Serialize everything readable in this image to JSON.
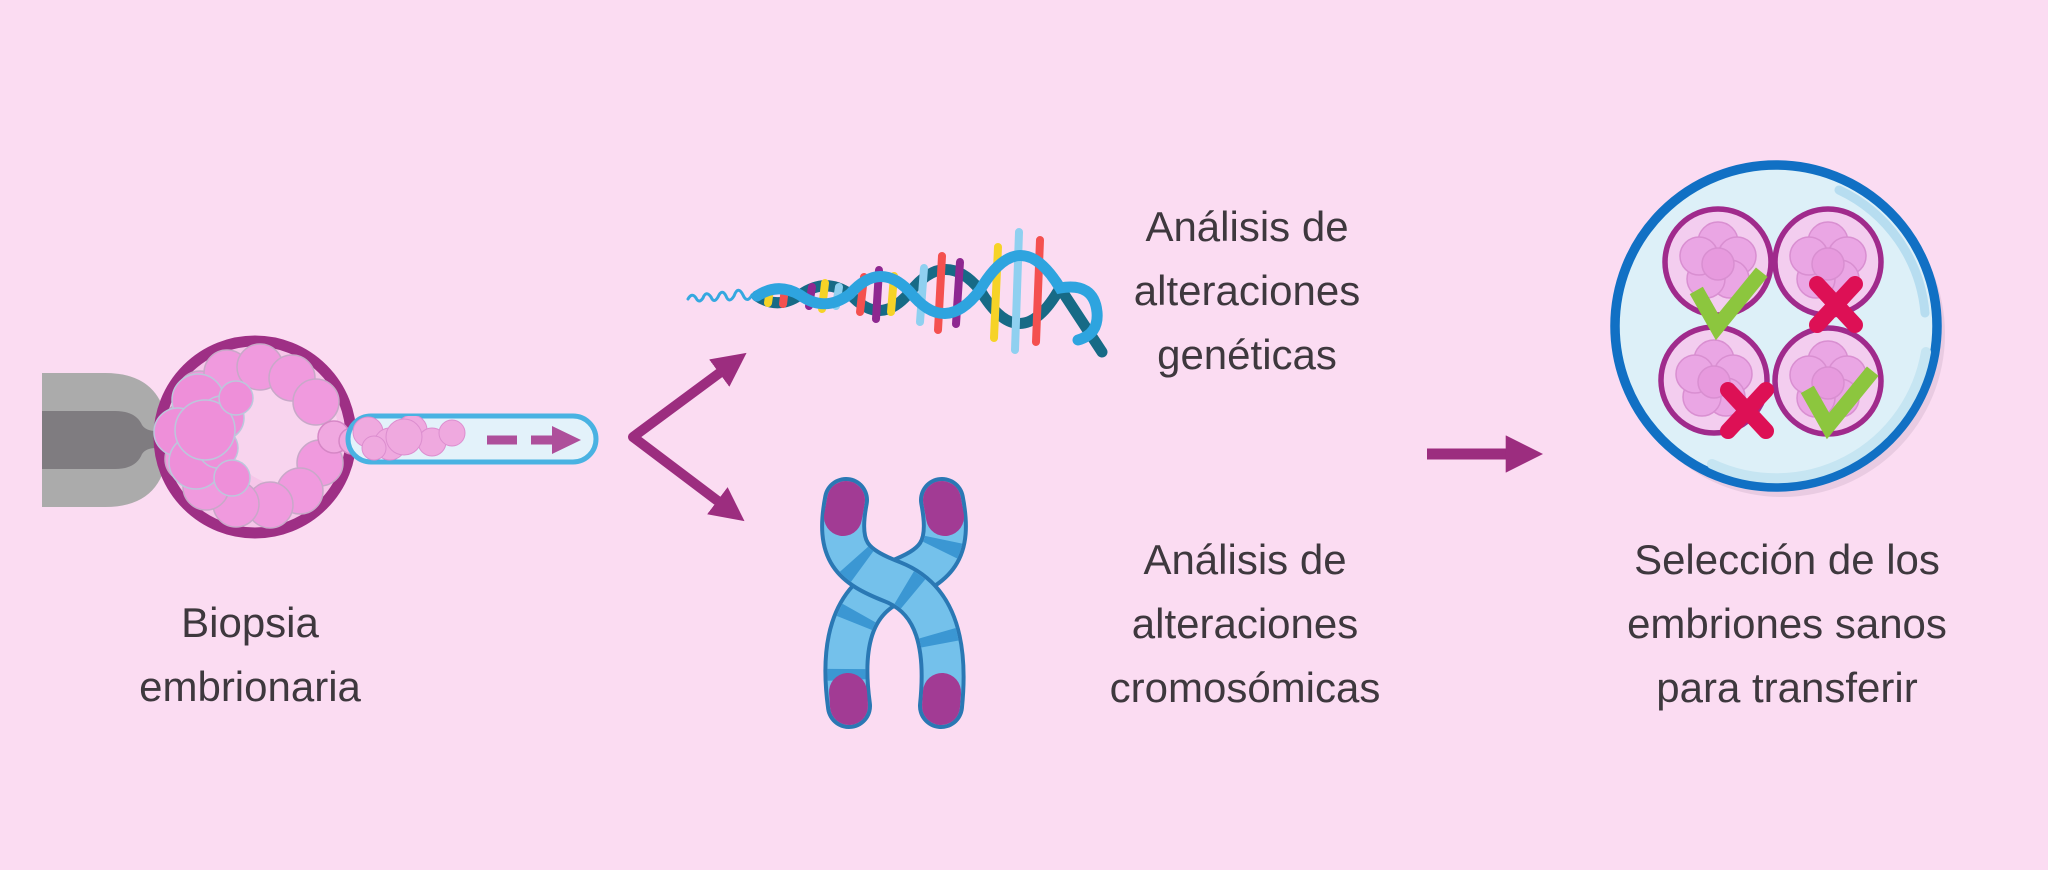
{
  "figure": {
    "type": "infographic",
    "topic": "PGT embryo testing workflow",
    "background_color": "#fbdcf2",
    "text_color": "#3e383e",
    "arrow_color": "#9c2d7f"
  },
  "steps": {
    "biopsy": {
      "icon": "embryo-biopsy-icon",
      "label_lines": [
        "Biopsia",
        "embrionaria"
      ]
    },
    "genetic_analysis": {
      "icon": "dna-helix-icon",
      "label_lines": [
        "Análisis de",
        "alteraciones",
        "genéticas"
      ]
    },
    "chromosomal_analysis": {
      "icon": "chromosome-icon",
      "label_lines": [
        "Análisis de",
        "alteraciones",
        "cromosómicas"
      ]
    },
    "selection": {
      "icon": "petri-dish-icon",
      "label_lines": [
        "Selección de los",
        "embriones sanos",
        "para transferir"
      ],
      "healthy_mark": "check-icon",
      "unhealthy_mark": "cross-icon",
      "embryos": [
        {
          "position": "top-left",
          "mark": "check"
        },
        {
          "position": "top-right",
          "mark": "cross"
        },
        {
          "position": "bottom-left",
          "mark": "cross"
        },
        {
          "position": "bottom-right",
          "mark": "check"
        }
      ]
    }
  },
  "colors": {
    "embryo_border": "#9e2f85",
    "embryo_fill": "#f6c6e9",
    "embryo_cells": "#f09ade",
    "holding_pipette_light": "#ababab",
    "holding_pipette_dark": "#7f7c80",
    "biopsy_tube_stroke": "#49b2e2",
    "biopsy_tube_fill": "#e3f2fa",
    "dna_front_strand": "#2ea4df",
    "dna_back_strand": "#176a86",
    "dna_rungs": [
      "#f6d327",
      "#f4504f",
      "#8e2790",
      "#8fd0f0"
    ],
    "chromosome_body": "#74c1eb",
    "chromosome_outline": "#2a78b4",
    "chromosome_bands": "#3b97d3",
    "chromosome_tips": "#a23b94",
    "dish_border": "#1170c4",
    "dish_fill": "#ddf0f8",
    "check_green": "#8cc63e",
    "cross_red": "#dd1055"
  }
}
